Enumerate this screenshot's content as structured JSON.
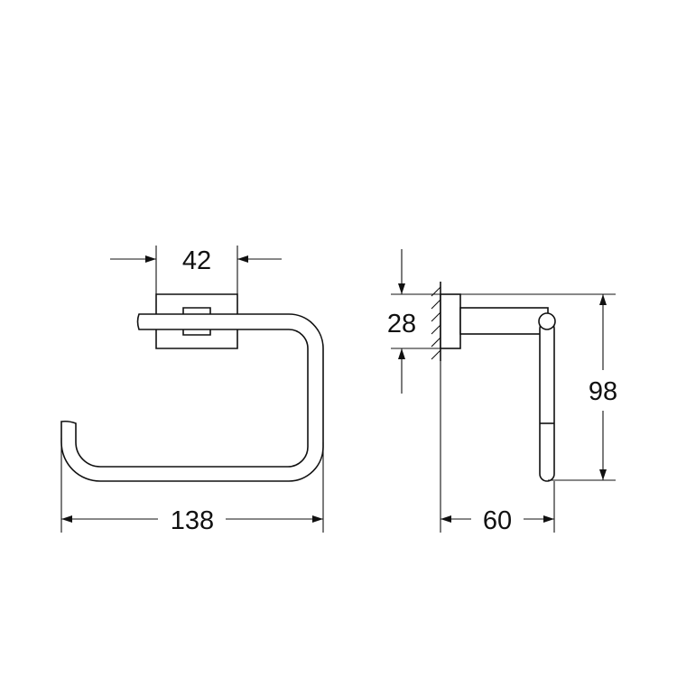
{
  "front_view": {
    "dimension_width_base": "42",
    "dimension_total_width": "138"
  },
  "side_view": {
    "dimension_base_height": "28",
    "dimension_total_height": "98",
    "dimension_projection": "60"
  },
  "colors": {
    "line": "#111111",
    "background": "#ffffff"
  }
}
